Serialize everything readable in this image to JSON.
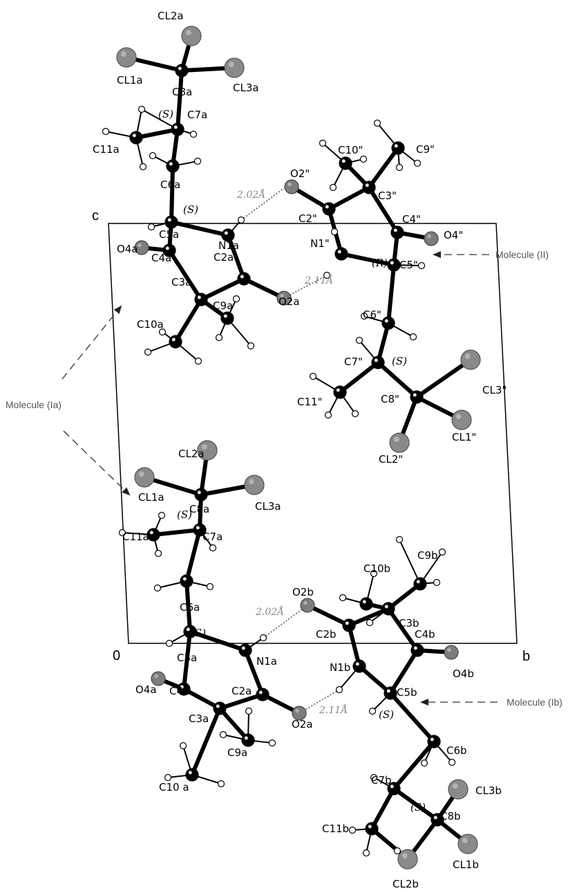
{
  "axes": {
    "c": "c",
    "b": "b",
    "origin": "0"
  },
  "molecule_labels": {
    "ia": "Molecule (Ia)",
    "ii": "Molecule (II)",
    "ib": "Molecule (Ib)"
  },
  "hbond_distances": {
    "top_o2": "2.02Å",
    "top_o2a": "2.11Å",
    "bottom_o2b": "2.02Å",
    "bottom_o2a": "2.11Å"
  },
  "stereo": {
    "top_c7a": "(S)",
    "top_c5a": "(S)",
    "ii_c5": "(R)",
    "ii_c7": "(S)",
    "bot_c7a": "(S)",
    "bot_c5a": "(S)",
    "ib_c5": "(S)",
    "ib_c7": "(S)"
  },
  "atoms": {
    "top_a": {
      "cl2": "CL2a",
      "cl1": "CL1a",
      "cl3": "CL3a",
      "c8": "C8a",
      "c7": "C7a",
      "c11": "C11a",
      "c6": "C6a",
      "c5": "C5a",
      "n1": "N1a",
      "o4": "O4a",
      "c4": "C4a",
      "c2": "C2a",
      "c3": "C3a",
      "o2": "O2a",
      "c9": "C9a",
      "c10": "C10a"
    },
    "mol_ii": {
      "o2": "O2\"",
      "c10": "C10\"",
      "c9": "C9\"",
      "c3": "C3\"",
      "c2": "C2\"",
      "c4": "C4\"",
      "o4": "O4\"",
      "n1": "N1\"",
      "c5": "C5\"",
      "c6": "C6\"",
      "c7": "C7\"",
      "c11": "C11\"",
      "c8": "C8\"",
      "cl3": "CL3\"",
      "cl1": "CL1\"",
      "cl2": "CL2\""
    },
    "mid_a": {
      "cl2": "CL2a",
      "cl1": "CL1a",
      "cl3": "CL3a",
      "c8": "C8a",
      "c7": "C7a",
      "c11": "C11a",
      "c6": "C6a"
    },
    "bot_a": {
      "c5": "C5a",
      "n1": "N1a",
      "o4": "O4a",
      "c4": "C4a",
      "c2": "C2a",
      "c3": "C3a",
      "o2": "O2a",
      "c9": "C9a",
      "c10": "C10 a"
    },
    "mol_ib": {
      "c10": "C10b",
      "c9": "C9b",
      "o2": "O2b",
      "c3": "C3b",
      "c2": "C2b",
      "c4": "C4b",
      "o4": "O4b",
      "n1": "N1b",
      "c5": "C5b",
      "c6": "C6b",
      "c7": "C7b",
      "c8": "C8b",
      "cl3": "CL3b",
      "c11": "C11b",
      "cl1": "CL1b",
      "cl2": "CL2b"
    }
  }
}
